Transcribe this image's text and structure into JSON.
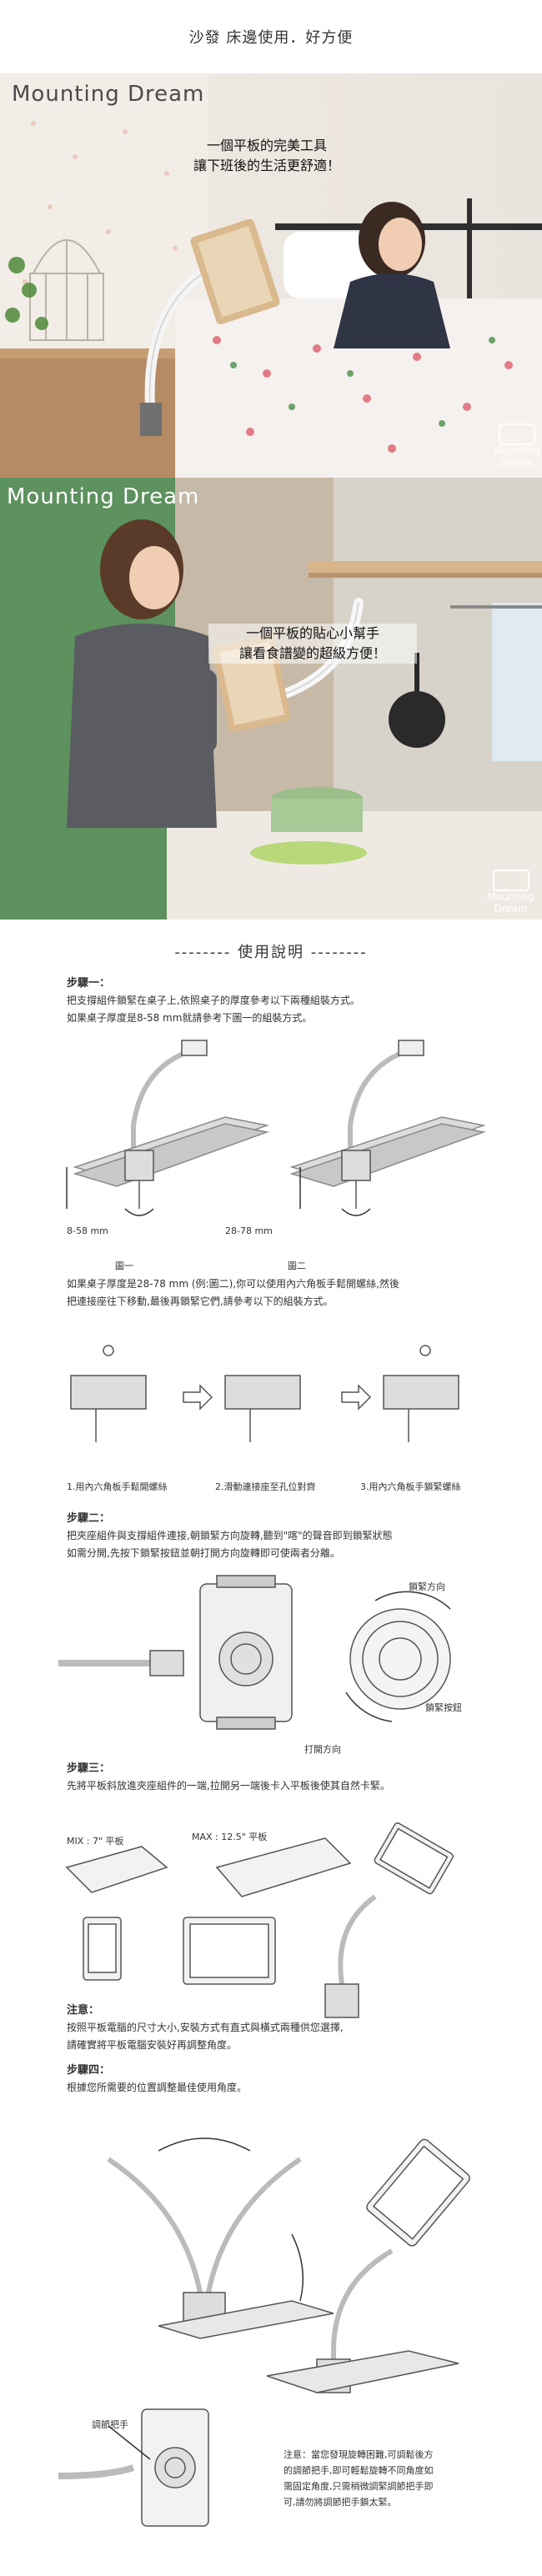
{
  "header": {
    "title": "沙發 床邊使用．好方便"
  },
  "banner1": {
    "brand": "Mounting Dream",
    "caption": [
      "一個平板的完美工具",
      "讓下班後的生活更舒適！"
    ],
    "watermark": "Mounting Dream"
  },
  "banner2": {
    "brand": "Mounting Dream",
    "caption": [
      "一個平板的貼心小幫手",
      "讓看食譜變的超級方便！"
    ],
    "watermark": "Mounting Dream"
  },
  "instructions": {
    "title": "-------- 使用說明 --------",
    "step1": {
      "label": "步驟一：",
      "lines": [
        "把支撐組件鎖緊在桌子上,依照桌子的厚度參考以下兩種組裝方式。",
        "如果桌子厚度是8-58 mm就請參考下圖一的組裝方式。"
      ],
      "fig_labels": [
        "8-58 mm",
        "28-78 mm"
      ],
      "fig_captions": [
        "圖一",
        "圖二"
      ],
      "note_lines": [
        "如果桌子厚度是28-78 mm (例:圖二),你可以使用內六角板手鬆開螺絲,然後",
        "把連接座往下移動,最後再鎖緊它們,請參考以下的組裝方式。"
      ],
      "sub_captions": [
        "1.用內六角板手鬆開螺絲",
        "2.滑動連接座至孔位對齊",
        "3.用內六角板手鎖緊螺絲"
      ]
    },
    "step2": {
      "label": "步驟二：",
      "lines": [
        "把夾座組件與支撐組件連接,朝鎖緊方向旋轉,聽到\"喀\"的聲音即到鎖緊狀態",
        "如需分開,先按下鎖緊按鈕並朝打開方向旋轉即可使兩者分離。"
      ],
      "labels": {
        "lock_dir": "鎖緊方向",
        "lock_btn": "鎖緊按鈕",
        "open_dir": "打開方向"
      }
    },
    "step3": {
      "label": "步驟三：",
      "lines": [
        "先將平板斜放進夾座組件的一端,拉開另一端後卡入平板後使其自然卡緊。"
      ],
      "labels": {
        "max7": "MIX : 7\" 平板",
        "max12": "MAX : 12.5\" 平板"
      },
      "note_label": "注意：",
      "note_lines": [
        "按照平板電腦的尺寸大小,安裝方式有直式與橫式兩種供您選擇,",
        "請確實將平板電腦安裝好再調整角度。"
      ]
    },
    "step4": {
      "label": "步驟四：",
      "lines": [
        "根據您所需要的位置調整最佳使用角度。"
      ],
      "knob_label": "調節把手",
      "note_lines": [
        "注意：當您發現旋轉困難,可調鬆後方",
        "的調節把手,即可輕鬆旋轉不同角度如",
        "需固定角度,只需稍微調緊調節把手即",
        "可,請勿將調節把手鎖太緊。"
      ]
    }
  }
}
